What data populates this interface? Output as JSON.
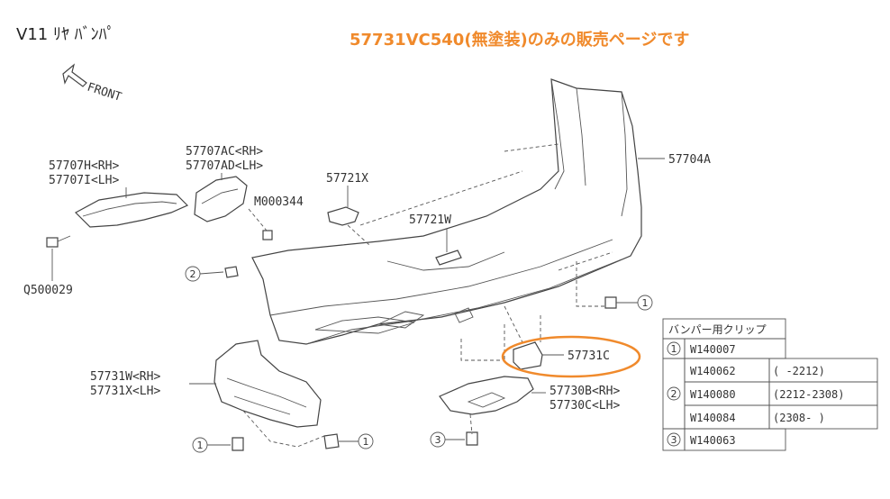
{
  "header": {
    "title": "V11 ﾘﾔ ﾊﾞﾝﾊﾟ",
    "note": "57731VC540(無塗装)のみの販売ページです"
  },
  "front_label": "FRONT",
  "labels": {
    "bumper_main": "57704A",
    "bracket_left_rh": "57707H<RH>",
    "bracket_left_lh": "57707I<LH>",
    "bracket_mid_rh": "57707AC<RH>",
    "bracket_mid_lh": "57707AD<LH>",
    "screw_m": "M000344",
    "bracket_small": "57721X",
    "reflector": "57721W",
    "bolt_q": "Q500029",
    "cover_target": "57731C",
    "undercover_rh": "57731W<RH>",
    "undercover_lh": "57731X<LH>",
    "garnish_rh": "57730B<RH>",
    "garnish_lh": "57730C<LH>"
  },
  "markers": {
    "m1": "1",
    "m2": "2",
    "m3": "3"
  },
  "clip_table": {
    "header": "バンパー用クリップ",
    "rows": [
      {
        "no": "1",
        "part": "W140007",
        "range": ""
      },
      {
        "no": "2",
        "part": "W140062",
        "range": "(   -2212)"
      },
      {
        "no": "",
        "part": "W140080",
        "range": "(2212-2308)"
      },
      {
        "no": "",
        "part": "W140084",
        "range": "(2308-   )"
      },
      {
        "no": "3",
        "part": "W140063",
        "range": ""
      }
    ]
  },
  "colors": {
    "note": "#f08a2c",
    "highlight_ellipse": "#f08a2c",
    "line": "#444444"
  }
}
